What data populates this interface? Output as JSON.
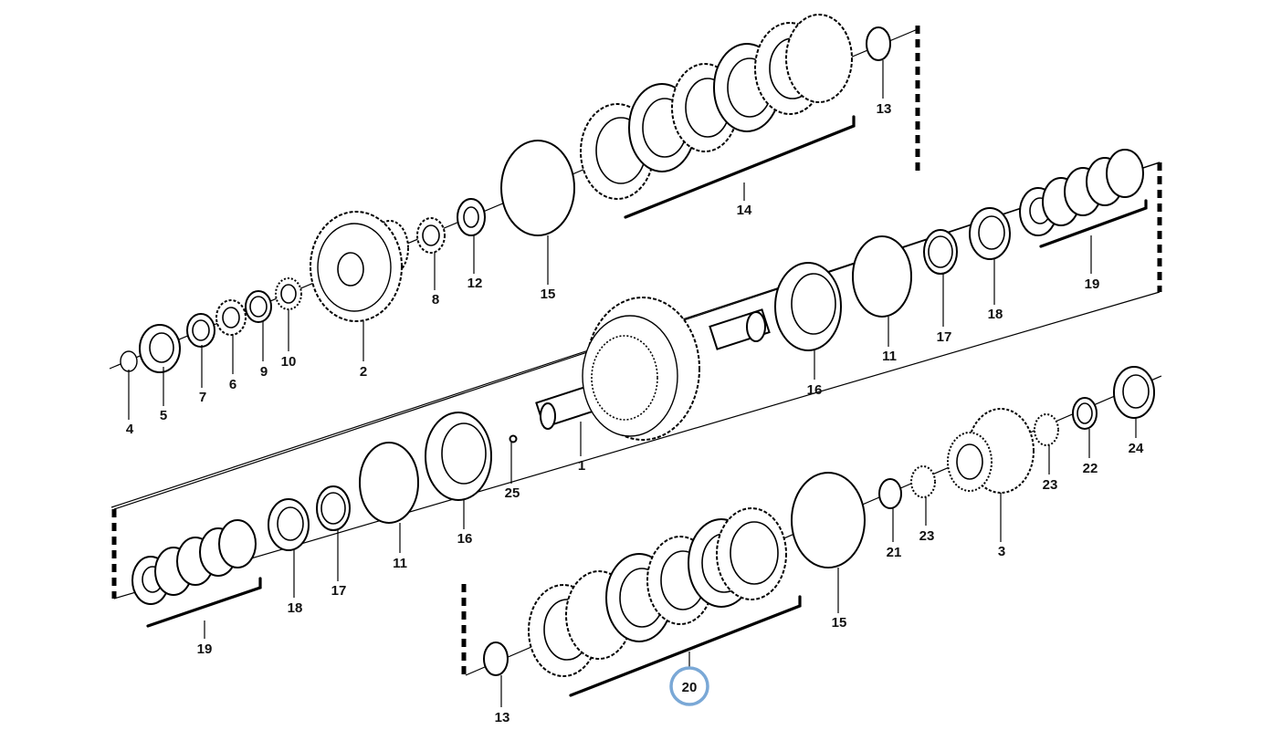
{
  "callouts": {
    "c1": "1",
    "c2": "2",
    "c3": "3",
    "c4": "4",
    "c5": "5",
    "c6": "6",
    "c7": "7",
    "c8": "8",
    "c9": "9",
    "c10": "10",
    "c11a": "11",
    "c11b": "11",
    "c12": "12",
    "c13a": "13",
    "c13b": "13",
    "c14": "14",
    "c15a": "15",
    "c15b": "15",
    "c16a": "16",
    "c16b": "16",
    "c17a": "17",
    "c17b": "17",
    "c18a": "18",
    "c18b": "18",
    "c19a": "19",
    "c19b": "19",
    "c20": "20",
    "c21": "21",
    "c22": "22",
    "c23a": "23",
    "c23b": "23",
    "c24": "24",
    "c25": "25"
  },
  "highlight": {
    "color": "#7aa8d6"
  }
}
